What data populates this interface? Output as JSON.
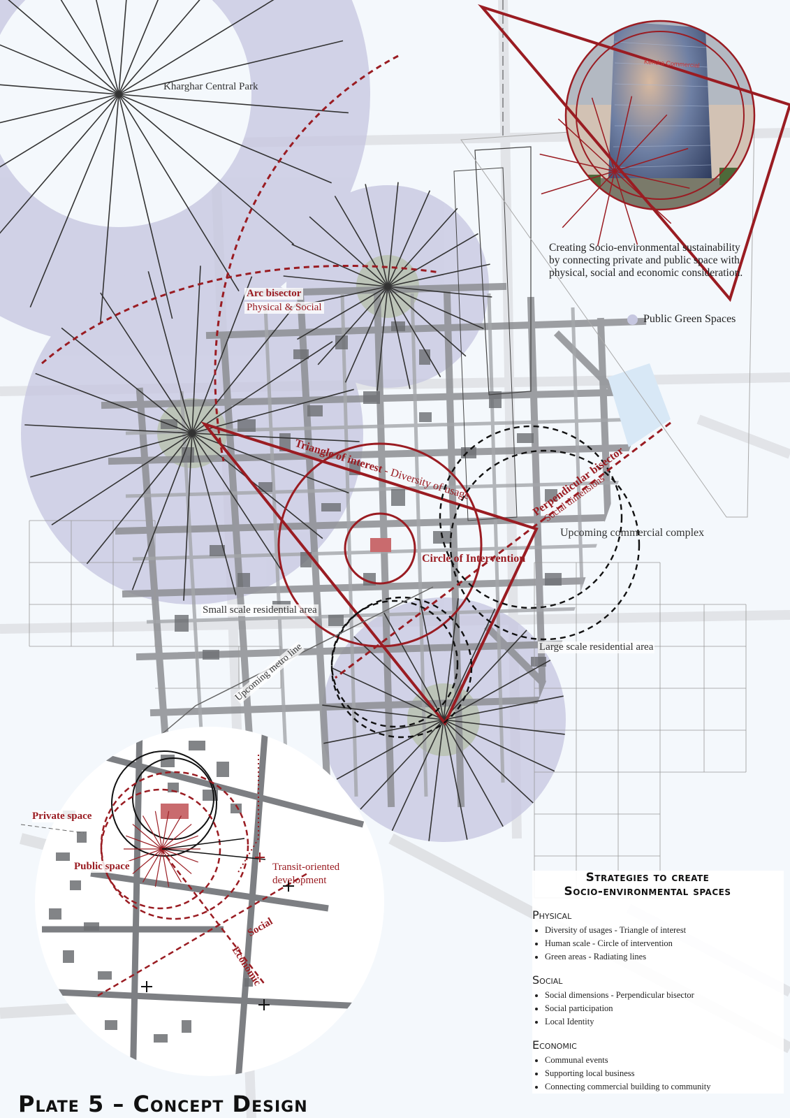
{
  "labels": {
    "park": "Kharghar Central Park",
    "arc_title": "Arc bisector",
    "arc_sub": "Physical & Social",
    "triangle_title": "Triangle of interest",
    "triangle_sub": "- Diversity of usage",
    "perp_title": "Perpendicular bisector",
    "perp_sub": "Social dimensions",
    "commercial": "Upcoming commercial complex",
    "circle_intervention": "Circle of Intervention",
    "small_res": "Small scale residential area",
    "large_res": "Large scale residential area",
    "metro": "Upcoming metro line",
    "private": "Private space",
    "public": "Public space",
    "transit_1": "Transit-oriented",
    "transit_2": "development",
    "social": "Social",
    "economic": "Economic",
    "render_sign": "Kendra Commercial"
  },
  "caption": {
    "line1": "Creating Socio-environmental sustainability",
    "line2": "by connecting private and public space with",
    "line3": "physical, social and economic consideration."
  },
  "legend": {
    "label": "Public Green Spaces",
    "color": "#c6c7e0"
  },
  "strategies": {
    "title_1": "Strategies to create",
    "title_2": "Socio-environmental spaces",
    "physical": {
      "heading": "Physical",
      "items": [
        "Diversity of usages - Triangle of interest",
        "Human scale - Circle of intervention",
        "Green areas - Radiating lines"
      ]
    },
    "social": {
      "heading": "Social",
      "items": [
        "Social dimensions - Perpendicular bisector",
        "Social participation",
        "Local Identity"
      ]
    },
    "economic": {
      "heading": "Economic",
      "items": [
        "Communal events",
        "Supporting local business",
        "Connecting commercial building to community"
      ]
    }
  },
  "plate_title": "Plate 5 – Concept Design",
  "colors": {
    "accent_red": "#9a1c22",
    "green_zone": "#c6c7e0",
    "road_gray": "#9a9a9a",
    "spoke": "#333333"
  }
}
